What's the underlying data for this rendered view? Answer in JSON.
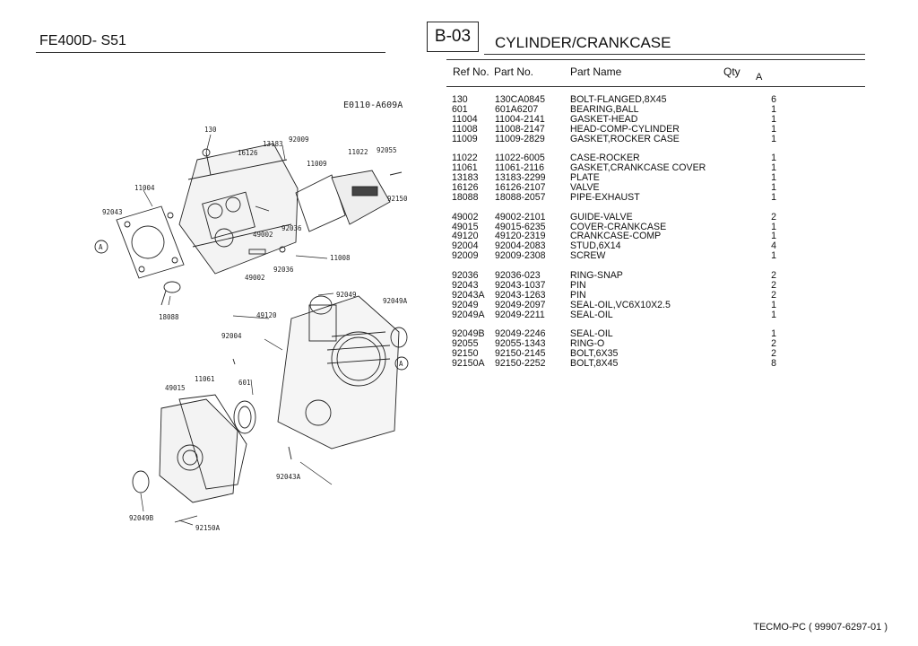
{
  "header": {
    "model": "FE400D- S51",
    "section_code": "B-03",
    "section_title": "CYLINDER/CRANKCASE"
  },
  "table": {
    "columns": {
      "ref": "Ref No.",
      "part": "Part No.",
      "name": "Part Name",
      "qty": "Qty",
      "a": "A"
    },
    "groups": [
      [
        {
          "ref": "130",
          "part": "130CA0845",
          "name": "BOLT-FLANGED,8X45",
          "qty": "6"
        },
        {
          "ref": "601",
          "part": "601A6207",
          "name": "BEARING,BALL",
          "qty": "1"
        },
        {
          "ref": "11004",
          "part": "11004-2141",
          "name": "GASKET-HEAD",
          "qty": "1"
        },
        {
          "ref": "11008",
          "part": "11008-2147",
          "name": "HEAD-COMP-CYLINDER",
          "qty": "1"
        },
        {
          "ref": "11009",
          "part": "11009-2829",
          "name": "GASKET,ROCKER CASE",
          "qty": "1"
        }
      ],
      [
        {
          "ref": "11022",
          "part": "11022-6005",
          "name": "CASE-ROCKER",
          "qty": "1"
        },
        {
          "ref": "11061",
          "part": "11061-2116",
          "name": "GASKET,CRANKCASE COVER",
          "qty": "1"
        },
        {
          "ref": "13183",
          "part": "13183-2299",
          "name": "PLATE",
          "qty": "1"
        },
        {
          "ref": "16126",
          "part": "16126-2107",
          "name": "VALVE",
          "qty": "1"
        },
        {
          "ref": "18088",
          "part": "18088-2057",
          "name": "PIPE-EXHAUST",
          "qty": "1"
        }
      ],
      [
        {
          "ref": "49002",
          "part": "49002-2101",
          "name": "GUIDE-VALVE",
          "qty": "2"
        },
        {
          "ref": "49015",
          "part": "49015-6235",
          "name": "COVER-CRANKCASE",
          "qty": "1"
        },
        {
          "ref": "49120",
          "part": "49120-2319",
          "name": "CRANKCASE-COMP",
          "qty": "1"
        },
        {
          "ref": "92004",
          "part": "92004-2083",
          "name": "STUD,6X14",
          "qty": "4"
        },
        {
          "ref": "92009",
          "part": "92009-2308",
          "name": "SCREW",
          "qty": "1"
        }
      ],
      [
        {
          "ref": "92036",
          "part": "92036-023",
          "name": "RING-SNAP",
          "qty": "2"
        },
        {
          "ref": "92043",
          "part": "92043-1037",
          "name": "PIN",
          "qty": "2"
        },
        {
          "ref": "92043A",
          "part": "92043-1263",
          "name": "PIN",
          "qty": "2"
        },
        {
          "ref": "92049",
          "part": "92049-2097",
          "name": "SEAL-OIL,VC6X10X2.5",
          "qty": "1"
        },
        {
          "ref": "92049A",
          "part": "92049-2211",
          "name": "SEAL-OIL",
          "qty": "1"
        }
      ],
      [
        {
          "ref": "92049B",
          "part": "92049-2246",
          "name": "SEAL-OIL",
          "qty": "1"
        },
        {
          "ref": "92055",
          "part": "92055-1343",
          "name": "RING-O",
          "qty": "2"
        },
        {
          "ref": "92150",
          "part": "92150-2145",
          "name": "BOLT,6X35",
          "qty": "2"
        },
        {
          "ref": "92150A",
          "part": "92150-2252",
          "name": "BOLT,8X45",
          "qty": "8"
        }
      ]
    ]
  },
  "diagram": {
    "id_label": "E0110-A609A",
    "labels": [
      "130",
      "13183",
      "92009",
      "16126",
      "11009",
      "11022",
      "92055",
      "11004",
      "92043",
      "92150",
      "92036",
      "49002",
      "11008",
      "92036",
      "49002",
      "18088",
      "92049",
      "92049A",
      "49120",
      "92004",
      "11061",
      "601",
      "49015",
      "92043A",
      "92049B",
      "92150A"
    ],
    "markers": [
      "A",
      "A"
    ]
  },
  "footer": "TECMO-PC ( 99907-6297-01 )"
}
